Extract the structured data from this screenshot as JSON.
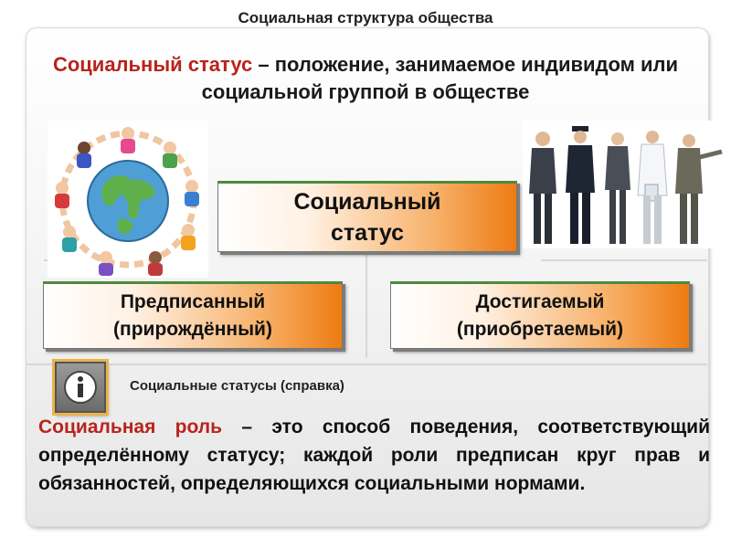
{
  "slide": {
    "title": "Социальная структура общества"
  },
  "definition": {
    "term": "Социальный статус",
    "rest": " – положение, занимаемое индивидом или социальной группой в обществе"
  },
  "diagram": {
    "center_label": "Социальный статус",
    "left_label": "Предписанный (прирождённый)",
    "right_label": "Достигаемый (приобретаемый)"
  },
  "info": {
    "icon": "info-icon",
    "link_label": "Социальные статусы (справка)"
  },
  "role": {
    "term": "Социальная роль",
    "rest": " – это способ поведения, соответствующий определённому статусу; каждой роли предписан круг прав и обязанностей, определяющихся социальными нормами."
  },
  "images": {
    "left": "globe-children-illustration",
    "right": "professionals-illustration"
  },
  "colors": {
    "accent": "#b8241c",
    "box_gradient_end": "#ee7b12",
    "info_frame": "#e9b44a"
  }
}
